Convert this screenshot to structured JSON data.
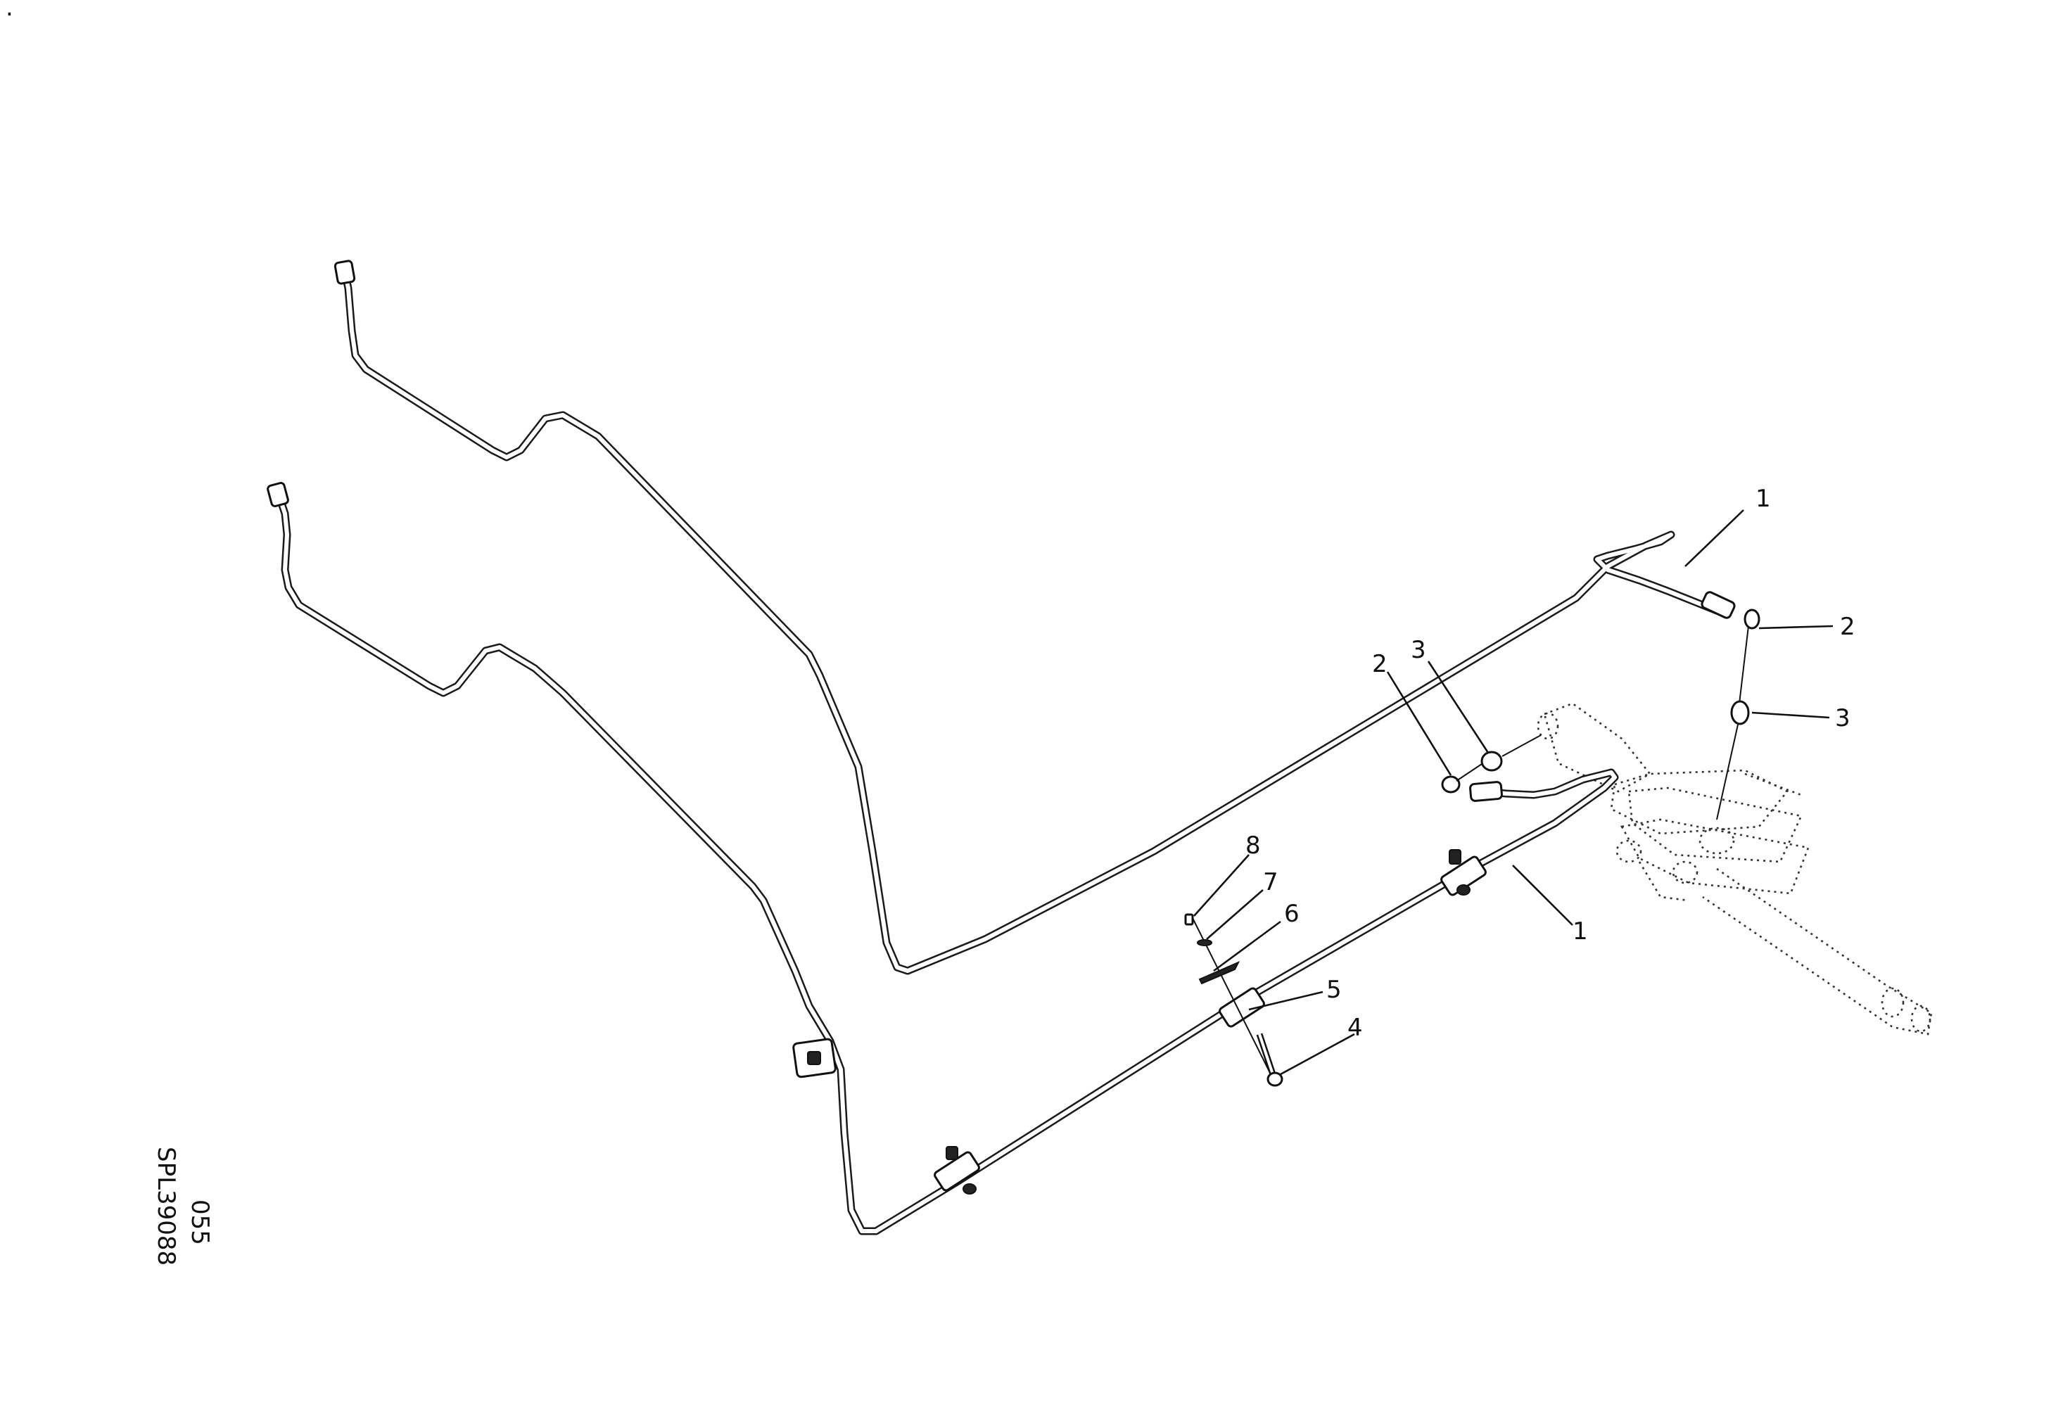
{
  "callouts": {
    "c1_upper": "1",
    "c1_lower": "1",
    "c2_right": "2",
    "c2_left": "2",
    "c3_right": "3",
    "c3_left": "3",
    "c4": "4",
    "c5": "5",
    "c6": "6",
    "c7": "7",
    "c8": "8"
  },
  "reference": {
    "drawing_number": "SPL39088",
    "sheet_number": "055"
  },
  "corner_mark": "."
}
